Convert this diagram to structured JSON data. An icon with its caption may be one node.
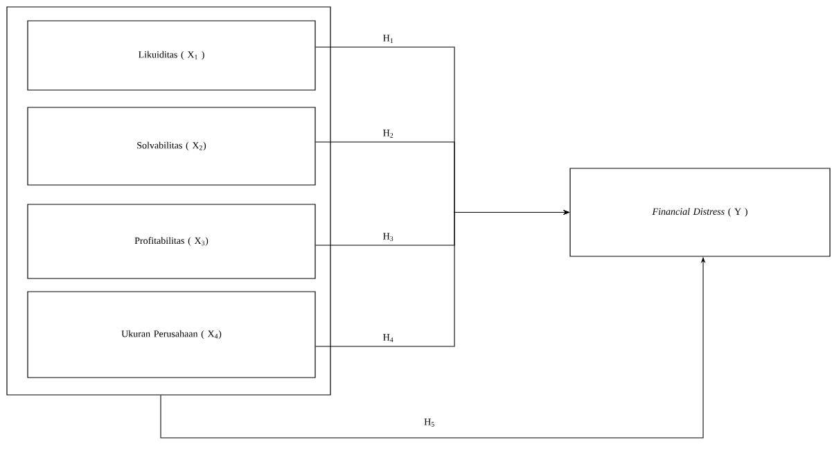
{
  "diagram": {
    "nodes": [
      {
        "text": [],
        "shape": "box"
      },
      {
        "text": [
          "Likuiditas ( X$_{1}$ )"
        ],
        "in": 0
      },
      {
        "text": [
          "Solvabilitas ( X$_{2}$)"
        ],
        "in": 0
      },
      {
        "text": [
          "Profitabilitas ( X$_{3}$)"
        ],
        "in": 0
      },
      {
        "text": [
          "Ukuran Perusahaan ( X$_{4}$)"
        ],
        "in": 0
      },
      {
        "text": [
          "*Financial Distress* ( Y )"
        ]
      }
    ],
    "edges": [
      {
        "from": 1,
        "to": 5,
        "arrow": "to",
        "label": "H$_{1}$"
      },
      {
        "from": 2,
        "to": 5,
        "arrow": "to",
        "label": "H$_{2}$"
      },
      {
        "from": 3,
        "to": 5,
        "arrow": "to",
        "label": "H$_{3}$"
      },
      {
        "from": 4,
        "to": 5,
        "arrow": "to",
        "label": "H$_{4}$"
      },
      {
        "from": 0,
        "to": 5,
        "arrow": "to",
        "label": "H$_{5}$"
      }
    ]
  }
}
